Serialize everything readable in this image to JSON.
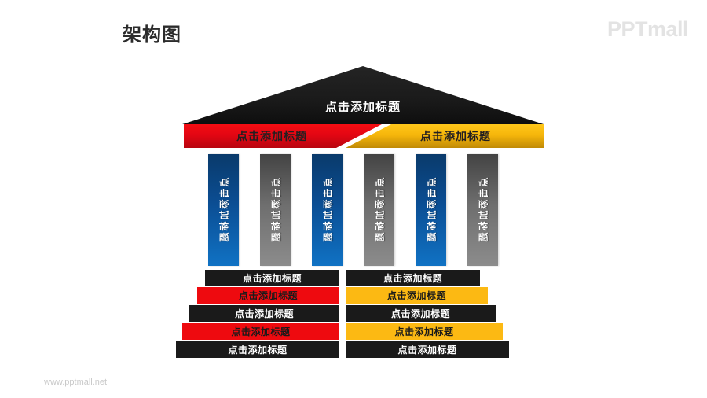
{
  "header": {
    "title": "架构图",
    "logo": "PPTmall"
  },
  "footer": {
    "url": "www.pptmall.net"
  },
  "diagram": {
    "type": "temple-architecture",
    "roof": {
      "label": "点击添加标题",
      "fill": "#1a1a1a",
      "text_color": "#ffffff"
    },
    "band": {
      "left": {
        "label": "点击添加标题",
        "fill": "#e30613",
        "text_color": "#231f20"
      },
      "right": {
        "label": "点击添加标题",
        "fill": "#f6b60b",
        "text_color": "#231f20"
      }
    },
    "columns": [
      {
        "label": "点击添加标题",
        "color": "blue",
        "fill": "#0b4e94"
      },
      {
        "label": "点击添加标题",
        "color": "gray",
        "fill": "#6e6e6e"
      },
      {
        "label": "点击添加标题",
        "color": "blue",
        "fill": "#0b4e94"
      },
      {
        "label": "点击添加标题",
        "color": "gray",
        "fill": "#6e6e6e"
      },
      {
        "label": "点击添加标题",
        "color": "blue",
        "fill": "#0b4e94"
      },
      {
        "label": "点击添加标题",
        "color": "gray",
        "fill": "#6e6e6e"
      }
    ],
    "steps_left": [
      {
        "label": "点击添加标题",
        "color": "black",
        "fill": "#1a1a1a"
      },
      {
        "label": "点击添加标题",
        "color": "red",
        "fill": "#ee0a0f"
      },
      {
        "label": "点击添加标题",
        "color": "black",
        "fill": "#1a1a1a"
      },
      {
        "label": "点击添加标题",
        "color": "red",
        "fill": "#ee0a0f"
      },
      {
        "label": "点击添加标题",
        "color": "black",
        "fill": "#1a1a1a"
      }
    ],
    "steps_right": [
      {
        "label": "点击添加标题",
        "color": "black",
        "fill": "#1a1a1a"
      },
      {
        "label": "点击添加标题",
        "color": "gold",
        "fill": "#fcb913"
      },
      {
        "label": "点击添加标题",
        "color": "black",
        "fill": "#1a1a1a"
      },
      {
        "label": "点击添加标题",
        "color": "gold",
        "fill": "#fcb913"
      },
      {
        "label": "点击添加标题",
        "color": "black",
        "fill": "#1a1a1a"
      }
    ]
  }
}
